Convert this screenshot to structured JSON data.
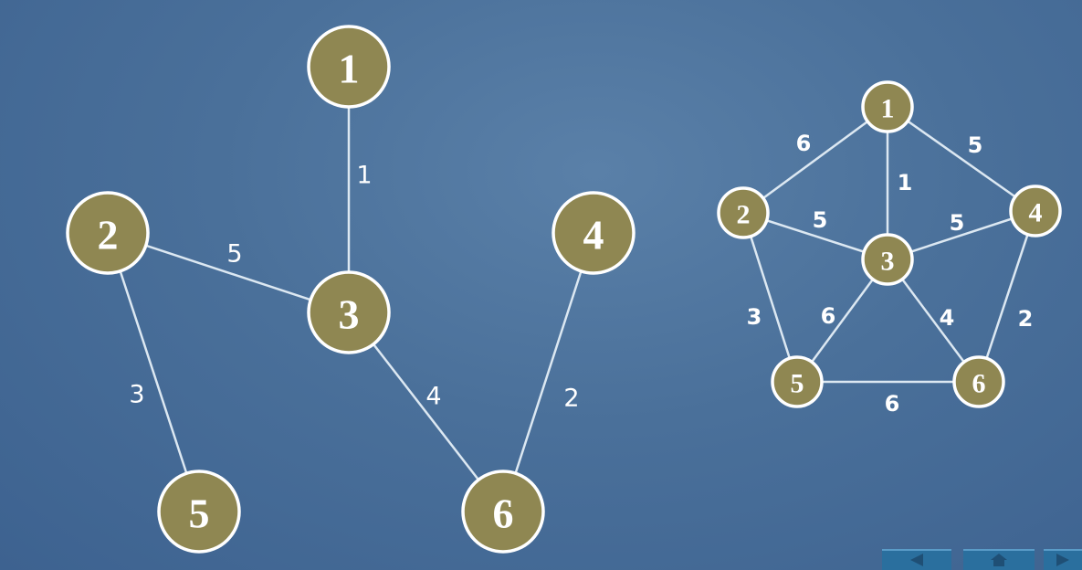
{
  "spanning_tree": {
    "nodes": [
      "1",
      "2",
      "3",
      "4",
      "5",
      "6"
    ],
    "edges": [
      {
        "from": "1",
        "to": "3",
        "weight": "1"
      },
      {
        "from": "2",
        "to": "3",
        "weight": "5"
      },
      {
        "from": "2",
        "to": "5",
        "weight": "3"
      },
      {
        "from": "3",
        "to": "6",
        "weight": "4"
      },
      {
        "from": "4",
        "to": "6",
        "weight": "2"
      }
    ]
  },
  "graph": {
    "nodes": [
      "1",
      "2",
      "3",
      "4",
      "5",
      "6"
    ],
    "edges": [
      {
        "from": "1",
        "to": "2",
        "weight": "6"
      },
      {
        "from": "1",
        "to": "4",
        "weight": "5"
      },
      {
        "from": "1",
        "to": "3",
        "weight": "1"
      },
      {
        "from": "2",
        "to": "3",
        "weight": "5"
      },
      {
        "from": "3",
        "to": "4",
        "weight": "5"
      },
      {
        "from": "2",
        "to": "5",
        "weight": "3"
      },
      {
        "from": "3",
        "to": "5",
        "weight": "6"
      },
      {
        "from": "3",
        "to": "6",
        "weight": "4"
      },
      {
        "from": "4",
        "to": "6",
        "weight": "2"
      },
      {
        "from": "5",
        "to": "6",
        "weight": "6"
      }
    ]
  },
  "nav": {
    "buttons": [
      {
        "name": "prev-slide-button",
        "icon": "left-arrow-icon"
      },
      {
        "name": "home-button",
        "icon": "home-icon"
      },
      {
        "name": "next-slide-button",
        "icon": "right-arrow-icon"
      }
    ]
  }
}
